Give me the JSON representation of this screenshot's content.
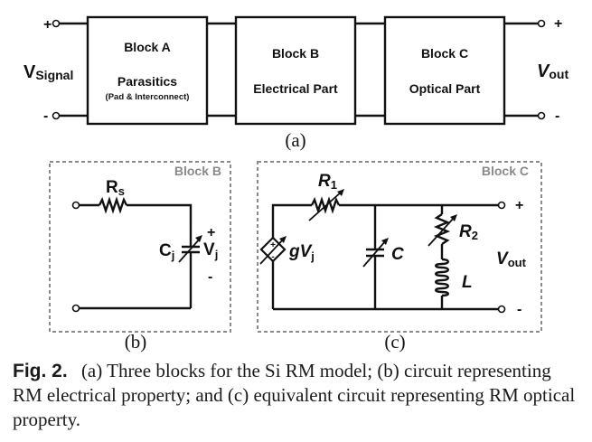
{
  "figure": {
    "panel_a": {
      "label": "(a)",
      "input": {
        "plus": "+",
        "minus": "-",
        "symbol": "V",
        "subscript": "Signal"
      },
      "output": {
        "plus": "+",
        "minus": "-",
        "symbol": "V",
        "subscript": "out"
      },
      "blocks": [
        {
          "title": "Block A",
          "line1": "Parasitics",
          "line2": "(Pad & Interconnect)"
        },
        {
          "title": "Block B",
          "line1": "Electrical Part"
        },
        {
          "title": "Block C",
          "line1": "Optical Part"
        }
      ]
    },
    "panel_b": {
      "label": "(b)",
      "block_label": "Block B",
      "resistor": {
        "symbol": "R",
        "subscript": "s"
      },
      "capacitor": {
        "symbol": "C",
        "subscript": "j"
      },
      "voltage": {
        "symbol": "V",
        "subscript": "j",
        "plus": "+",
        "minus": "-"
      }
    },
    "panel_c": {
      "label": "(c)",
      "block_label": "Block C",
      "source": {
        "prefix": "g",
        "symbol": "V",
        "subscript": "j"
      },
      "r1": {
        "symbol": "R",
        "subscript": "1"
      },
      "cap": {
        "symbol": "C"
      },
      "r2": {
        "symbol": "R",
        "subscript": "2"
      },
      "inductor": {
        "symbol": "L"
      },
      "output": {
        "symbol": "V",
        "subscript": "out",
        "plus": "+",
        "minus": "-"
      }
    }
  },
  "caption": {
    "fig_label": "Fig. 2.",
    "text": "(a) Three blocks for the Si RM model; (b) circuit representing RM electrical property; and (c) equivalent circuit representing RM optical property."
  }
}
